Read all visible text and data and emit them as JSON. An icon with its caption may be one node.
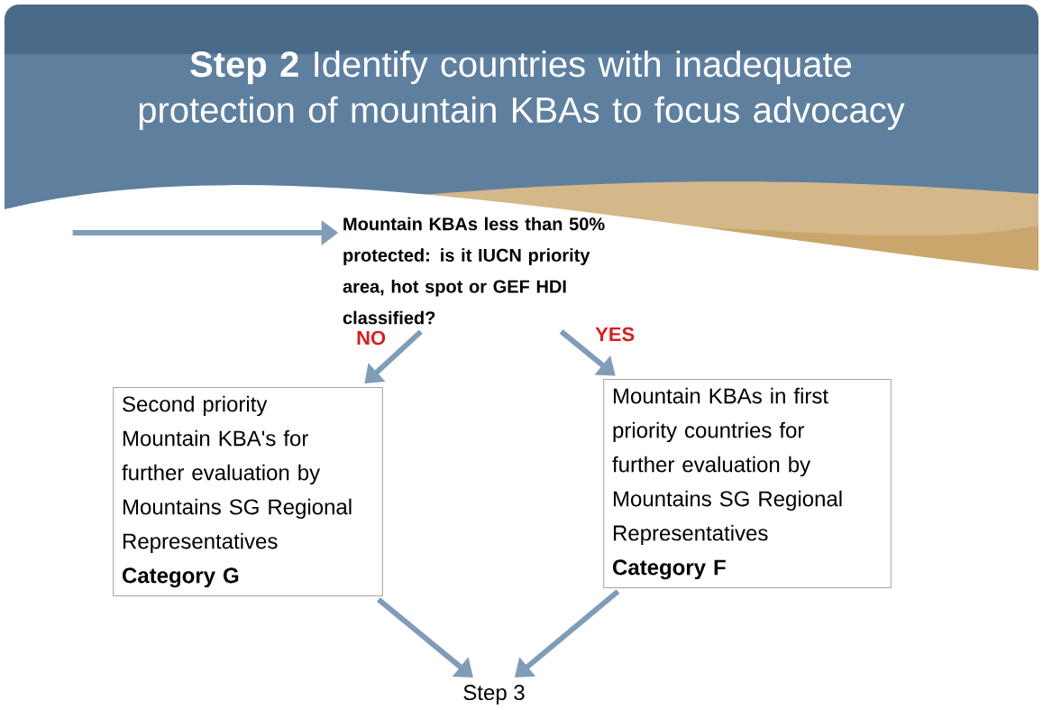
{
  "diagram": {
    "title": "**Step 2** Identify countries with inadequate protection of mountain KBAs to focus advocacy",
    "nodes": [
      {
        "text": [
          "Mountain KBAs less than 50% protected: is it IUCN priority area, hot spot or GEF HDI classified?"
        ]
      },
      {
        "text": [
          "Second priority Mountain KBA's for further evaluation by Mountains SG Regional Representatives",
          "Category G"
        ]
      },
      {
        "text": [
          "Mountain KBAs in first priority countries  for further evaluation by Mountains SG Regional Representatives",
          "Category F"
        ]
      },
      {
        "text": [
          "Step 3"
        ]
      }
    ],
    "edges": [
      {
        "from": null,
        "to": 0,
        "arrow": "to"
      },
      {
        "from": 0,
        "to": 1,
        "arrow": "to",
        "label": "NO"
      },
      {
        "from": 0,
        "to": 2,
        "arrow": "to",
        "label": "YES"
      },
      {
        "from": 1,
        "to": 3,
        "arrow": "to"
      },
      {
        "from": 2,
        "to": 3,
        "arrow": "to"
      }
    ]
  }
}
